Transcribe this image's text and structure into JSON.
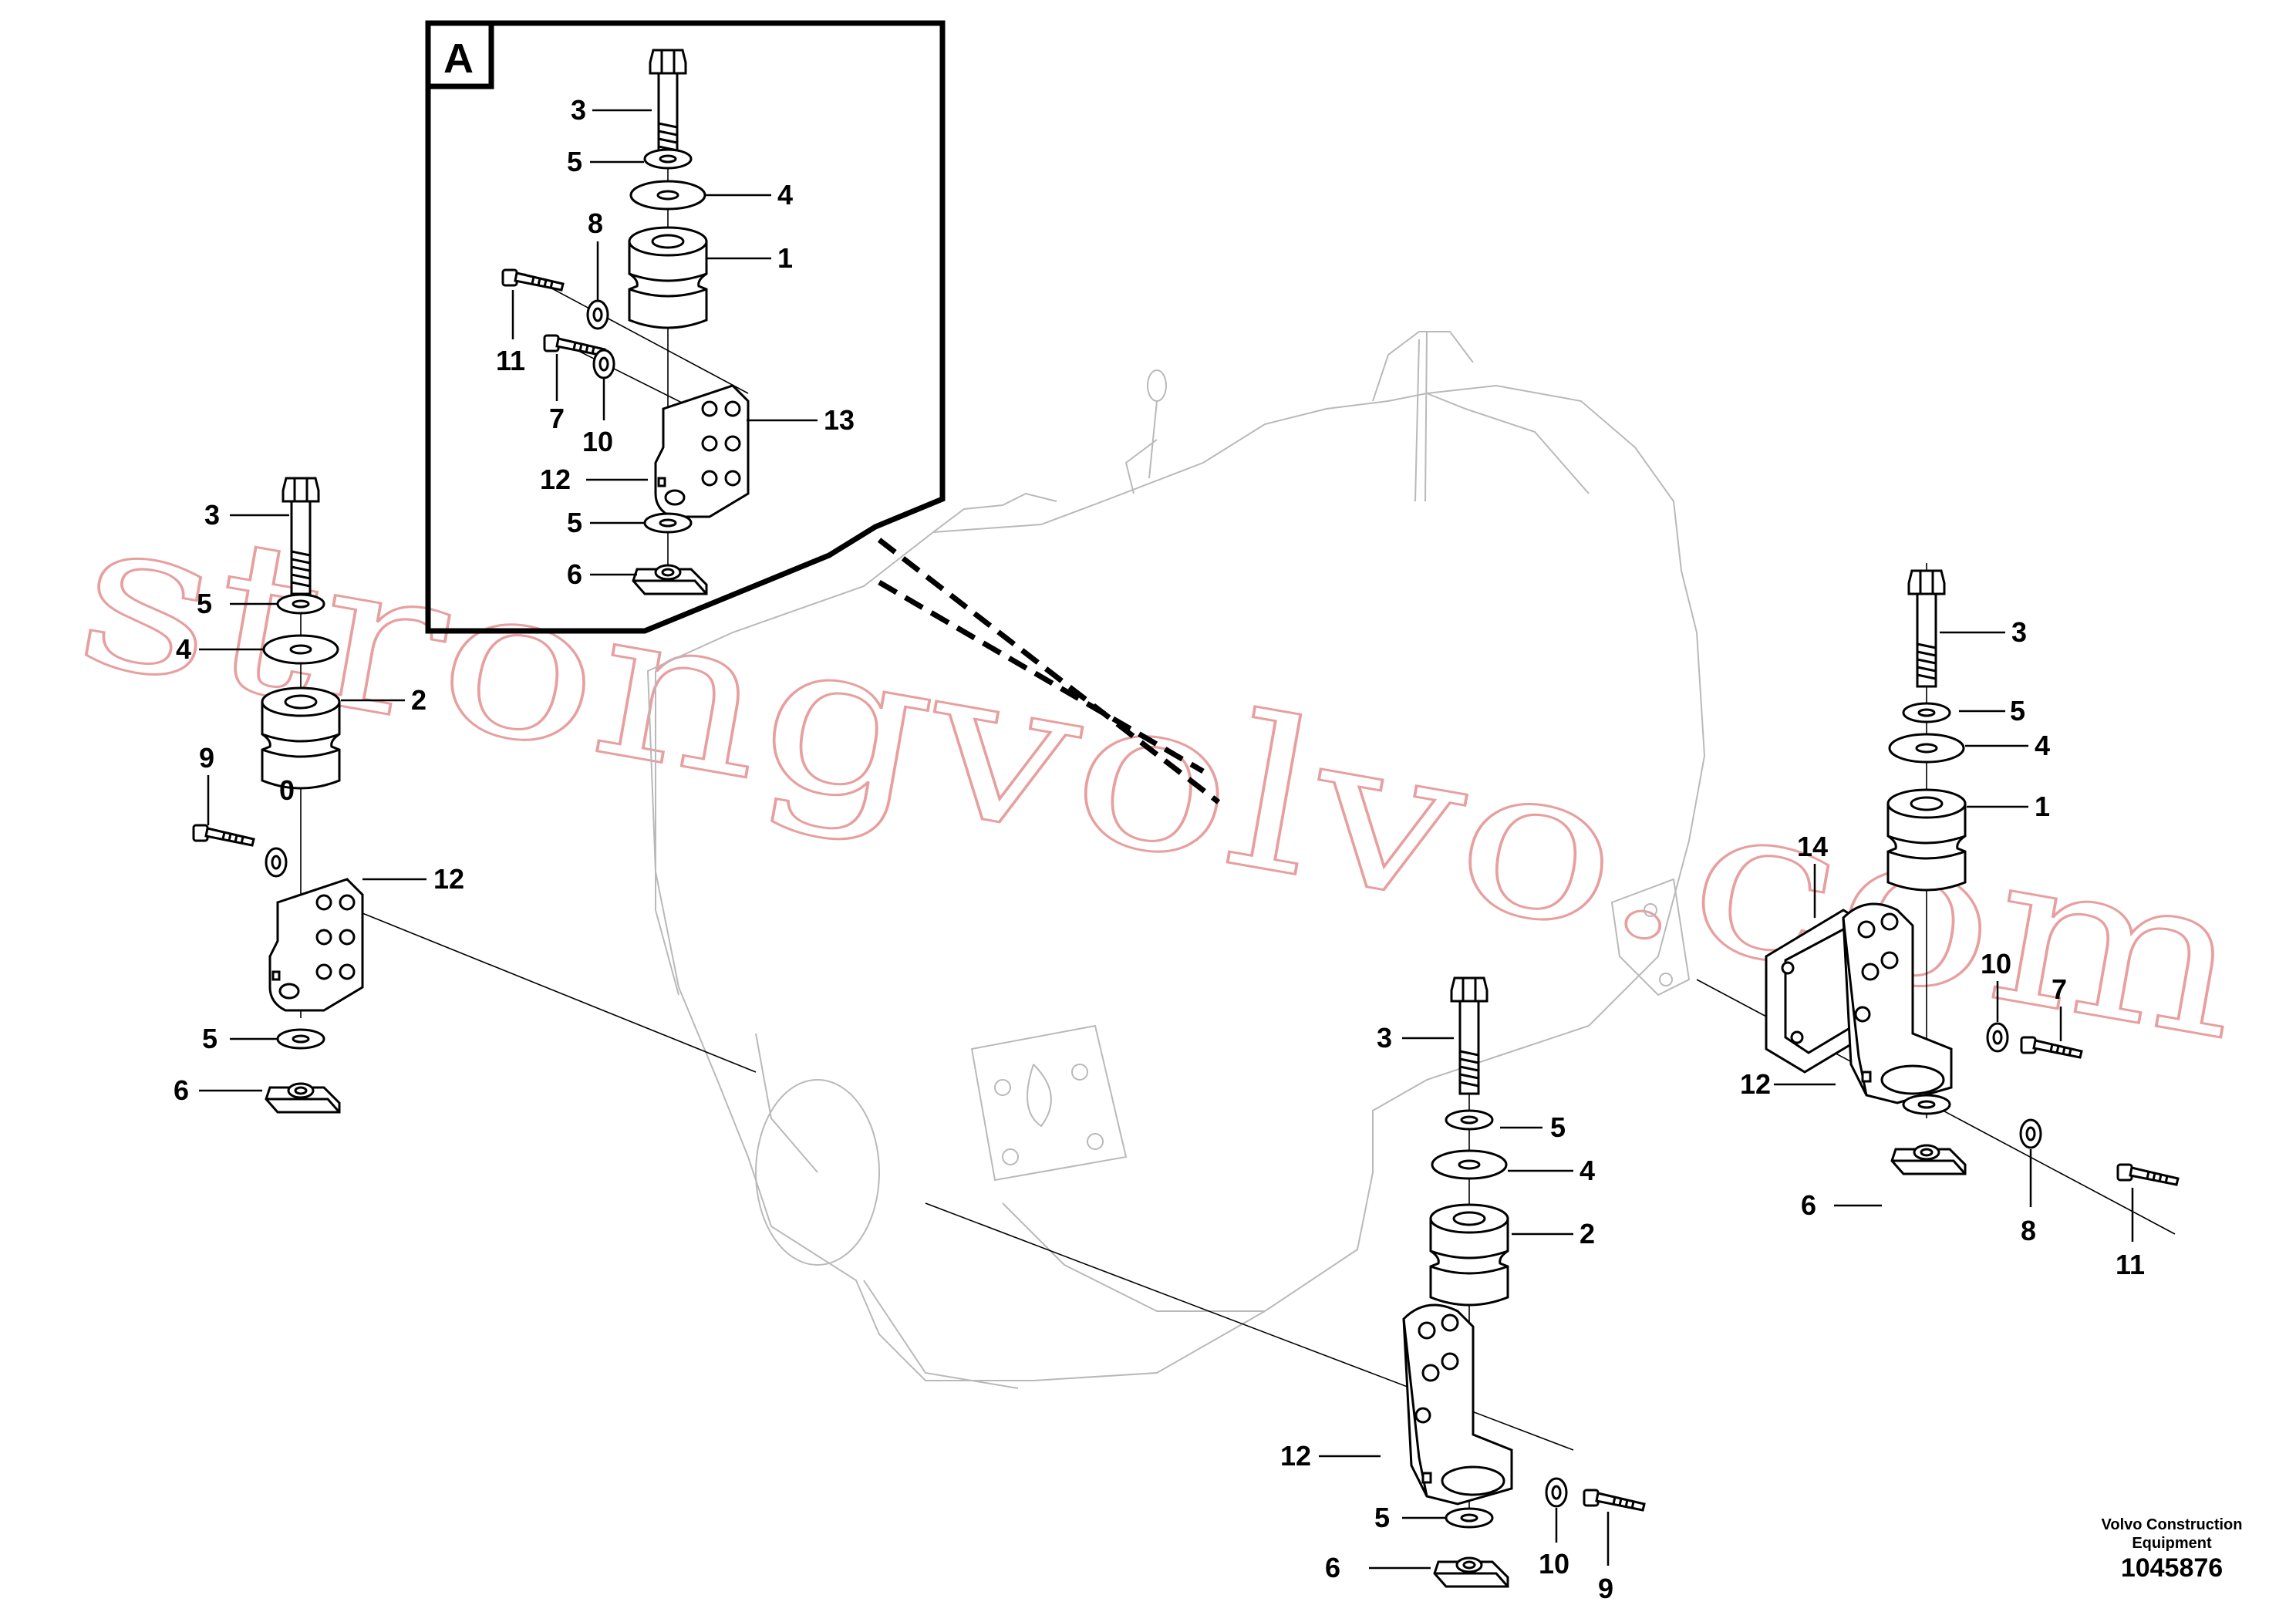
{
  "detail_letter": "A",
  "callouts": {
    "a_3": "3",
    "a_5_top": "5",
    "a_4": "4",
    "a_8": "8",
    "a_1": "1",
    "a_11": "11",
    "a_7": "7",
    "a_10": "10",
    "a_13": "13",
    "a_12": "12",
    "a_5_bottom": "5",
    "a_6": "6",
    "l_3": "3",
    "l_5_top": "5",
    "l_4": "4",
    "l_2": "2",
    "l_9": "9",
    "l_10": "0",
    "l_12": "12",
    "l_5_bottom": "5",
    "l_6": "6",
    "c_3": "3",
    "c_5_top": "5",
    "c_4": "4",
    "c_2": "2",
    "c_12": "12",
    "c_5_bottom": "5",
    "c_10": "10",
    "c_9": "9",
    "c_6": "6",
    "r_3": "3",
    "r_5_top": "5",
    "r_4": "4",
    "r_1": "1",
    "r_14": "14",
    "r_10": "10",
    "r_7": "7",
    "r_12": "12",
    "r_6": "6",
    "r_8": "8",
    "r_11": "11"
  },
  "publisher": "Volvo Construction Equipment",
  "document_number": "1045876",
  "watermark": "strongvolvo.com"
}
